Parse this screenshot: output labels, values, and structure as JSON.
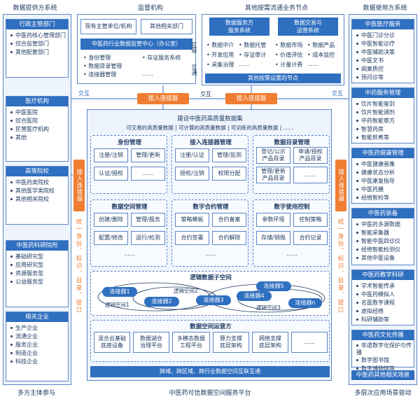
{
  "headers": {
    "provider": "数据提供方系统",
    "supervision": "监督机构",
    "other_nodes": "其他按需流通业务节点",
    "consumer": "数据使用方系统",
    "bottom_left": "多方主体参与",
    "bottom_center": "中医药可信数据空间服务平台",
    "bottom_right": "多层次应用场景驱动"
  },
  "left_blocks": [
    {
      "title": "行政主管部门",
      "items": [
        "中医药核心管理部门",
        "综合监管部门",
        "其他配套部门"
      ]
    },
    {
      "title": "医疗机构",
      "items": [
        "中医医院",
        "综合医院",
        "民营医疗机构",
        "其他"
      ]
    },
    {
      "title": "高等院校",
      "items": [
        "中医药类院校",
        "其他医学类院校",
        "其他相关院校"
      ]
    },
    {
      "title": "中医药科研院所",
      "items": [
        "基础研究型",
        "应用研究型",
        "资源服务型",
        "公益服务型"
      ]
    },
    {
      "title": "相关企业",
      "items": [
        "生产企业",
        "流通企业",
        "服务企业",
        "制造企业",
        "科技企业"
      ]
    }
  ],
  "right_blocks": [
    {
      "title": "中医医疗服务",
      "items": [
        "中医门诊分诊",
        "中医智能诊疗",
        "中医辅助决策",
        "中医文书",
        "病案质控",
        "预问诊等"
      ]
    },
    {
      "title": "中药服务管理",
      "items": [
        "饮片智能鉴别",
        "饮片智能调剂",
        "中药智能审方",
        "智慧药房",
        "智能煎煮等"
      ]
    },
    {
      "title": "中医药健康管理",
      "items": [
        "中医健康画像",
        "健康状态分析",
        "中医康复指导",
        "中医药膳",
        "经络智检等"
      ]
    },
    {
      "title": "中医药装备",
      "items": [
        "中医药多源数据",
        "智能采集器",
        "智能中医四诊仪",
        "经络智能检测仪",
        "其他中医设备"
      ]
    },
    {
      "title": "中医药教学科研",
      "items": [
        "学术智能传承",
        "中医药模拟人",
        "名医数字课程",
        "虚拟经络",
        "科研辅助等"
      ]
    },
    {
      "title": "中医药文化传播",
      "items": [
        "非遗数字化保护与传播",
        "数字图书馆",
        "数字博物馆等"
      ]
    },
    {
      "title": "中医药其他相关场景",
      "items": []
    }
  ],
  "supervision": {
    "left": "现有主管单位/机构",
    "right": "其他相关部门",
    "center": "中医药行业数据监管中心（办公室）",
    "items": [
      "身份管理",
      "数据目录管理",
      "连接器管理",
      "存证服务系统",
      "……"
    ]
  },
  "other": {
    "a": "数据服务方\n服务系统",
    "b": "数据交易与\n运营系统",
    "a_items": [
      "数据中介",
      "数据托管",
      "开发应用",
      "存证审计",
      "采集治理",
      "……"
    ],
    "b_items": [
      "数据市场",
      "数据产品",
      "价值评估",
      "成本监控",
      "计量计费",
      "……"
    ],
    "footer": "其他按需设置的节点"
  },
  "connectors": {
    "conn": "接入连接器",
    "interact": "交互",
    "interconn": "互联",
    "intercomm": "互通",
    "side": "接入连接器",
    "left_vertical": "统一身份、标识、目录、接口",
    "right_vertical": "统一身份、标识、目录、接口"
  },
  "core": {
    "title1": "建设中医药高质量数据集",
    "title2": "可交易的高质量数据 | 可计算的高质量数据 | 可训练的高质量数据 | ……",
    "groups": [
      {
        "title": "身份管理",
        "cells": [
          "注册/注销",
          "管理/更新",
          "认证/授权",
          "……"
        ]
      },
      {
        "title": "接入连接器管理",
        "cells": [
          "注册/认证",
          "管理/监测",
          "授权/注销",
          "权限分配"
        ]
      },
      {
        "title": "数据目录管理",
        "cells": [
          "登记/公示\n产品目录",
          "申请/授权\n产品目录",
          "管理/更新\n产品目录",
          "……"
        ]
      },
      {
        "title": "数据空间管理",
        "cells": [
          "创建/删除",
          "管理/服务",
          "配置/修改",
          "运行/检测",
          "……"
        ]
      },
      {
        "title": "数字合约管理",
        "cells": [
          "策略模板",
          "合约备案",
          "合约签署",
          "合约解除",
          "……"
        ]
      },
      {
        "title": "数字使用控制",
        "cells": [
          "参数环境",
          "控制策略",
          "存储/销毁",
          "合约记录",
          "……"
        ]
      }
    ],
    "logic_title": "逻辑数据子空间",
    "logic_nodes": [
      "连接器1",
      "连接器2",
      "逻辑空间1",
      "逻辑空间2",
      "连接器3",
      "连接器4",
      "连接器5",
      "逻辑空间3",
      "连接器n"
    ],
    "ops_title": "数据空间运营方",
    "ops": [
      "混合云基础\n底座设备",
      "数据湖仓\n治理平台",
      "多模态数据\n工程平台",
      "算力支撑\n底层架构",
      "网络支撑\n底层架构",
      "……"
    ],
    "footer": "跨域、跨区域、跨行业数据空间互联互通"
  }
}
